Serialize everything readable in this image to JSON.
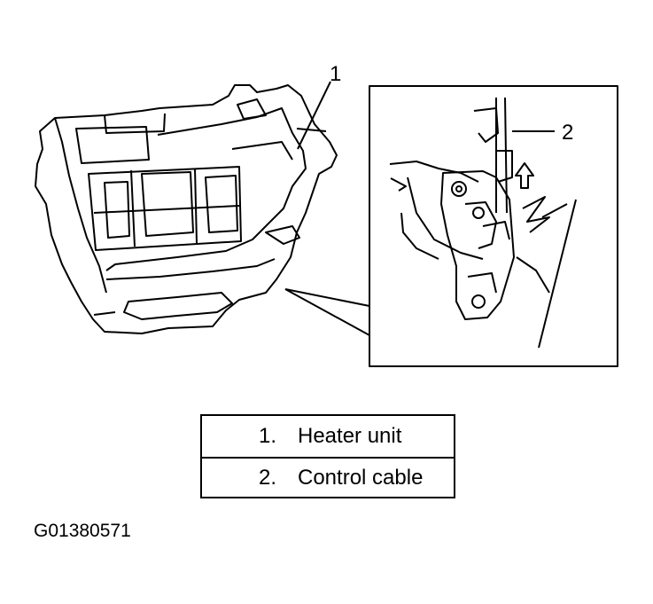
{
  "callouts": {
    "item1": "1",
    "item2": "2"
  },
  "legend": {
    "rows": [
      {
        "number": "1.",
        "label": "Heater unit"
      },
      {
        "number": "2.",
        "label": "Control cable"
      }
    ]
  },
  "figure_id": "G01380571"
}
